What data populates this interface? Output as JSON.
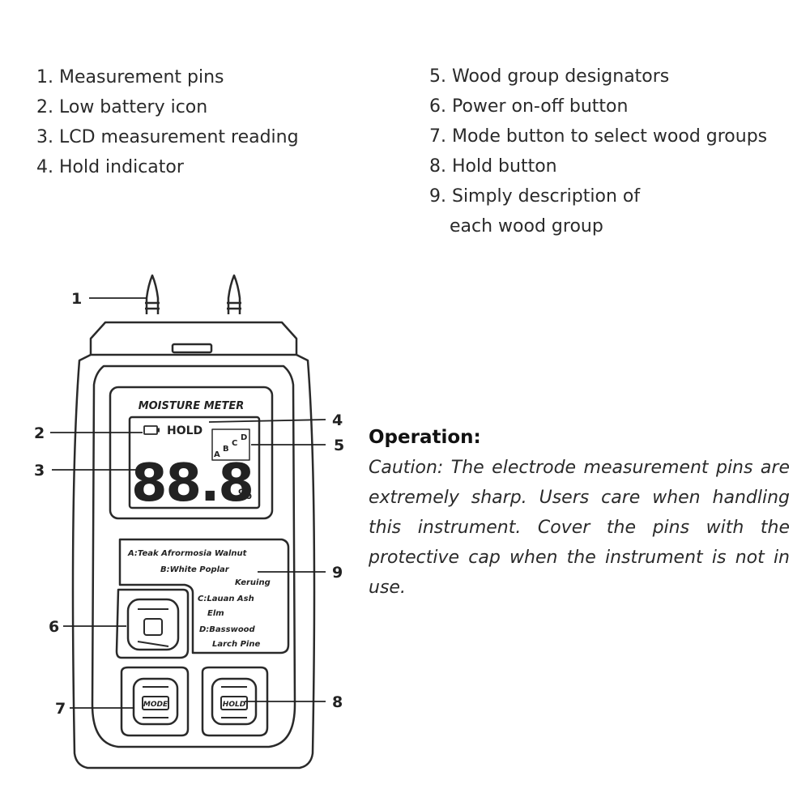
{
  "legend": {
    "left": [
      "1. Measurement pins",
      "2. Low battery icon",
      "3. LCD measurement reading",
      "4. Hold indicator"
    ],
    "right": [
      "5. Wood group designators",
      "6. Power on-off button",
      "7. Mode button to select wood groups",
      "8. Hold button",
      "9. Simply description of",
      "each wood group"
    ]
  },
  "device": {
    "brand_label": "MOISTURE METER",
    "hold_label": "HOLD",
    "reading": "88.8",
    "unit": "%",
    "groups": [
      "A",
      "B",
      "C",
      "D"
    ],
    "wood_groups": [
      "A:Teak Afrormosia Walnut",
      "B:White Poplar",
      "Keruing",
      "C:Lauan Ash",
      "Elm",
      "D:Basswood",
      "Larch Pine"
    ],
    "mode_label": "MODE",
    "hold_button_label": "HOLD"
  },
  "callouts": [
    "1",
    "2",
    "3",
    "4",
    "5",
    "6",
    "7",
    "8",
    "9"
  ],
  "operation": {
    "title": "Operation:",
    "text": "Caution: The electrode measurement pins are extremely sharp. Users care when handling this instrument. Cover the pins with the protective cap when the instrument is not in use."
  }
}
